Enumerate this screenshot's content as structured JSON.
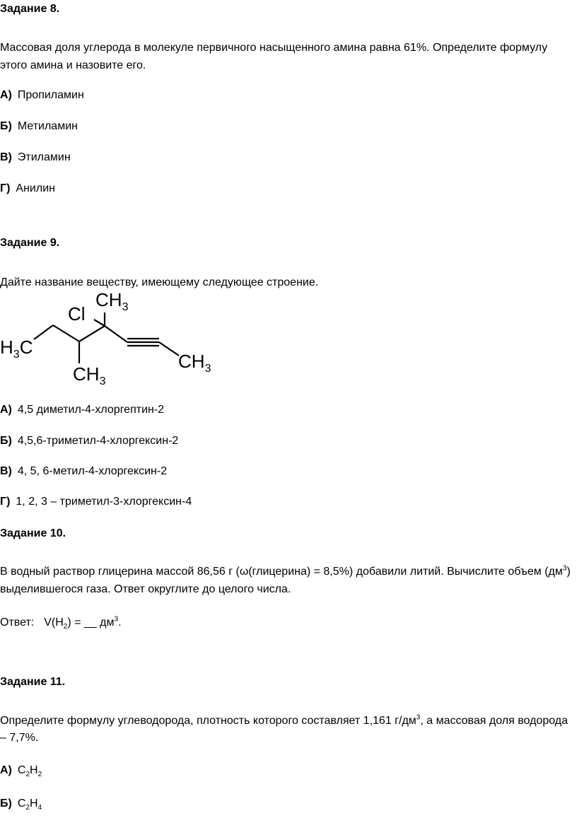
{
  "task8": {
    "heading": "Задание 8.",
    "question_line1": "Массовая доля углерода в молекуле первичного насыщенного амина равна 61%. Определите формулу",
    "question_line2": "этого амина и назовите его.",
    "options": [
      {
        "label": "А)",
        "text": "Пропиламин"
      },
      {
        "label": "Б)",
        "text": "Метиламин"
      },
      {
        "label": "В)",
        "text": "Этиламин"
      },
      {
        "label": "Г)",
        "text": "Анилин"
      }
    ]
  },
  "task9": {
    "heading": "Задание 9.",
    "question": "Дайте название веществу, имеющему следующее строение.",
    "structure": {
      "cl_label": "Cl",
      "ch_label": "CH",
      "h_label": "H",
      "c_label": "C",
      "sub3": "3"
    },
    "options": [
      {
        "label": "А)",
        "text": "4,5 диметил-4-хлоргептин-2"
      },
      {
        "label": "Б)",
        "text": "4,5,6-триметил-4-хлоргексин-2"
      },
      {
        "label": "В)",
        "text": "4, 5, 6-метил-4-хлоргексин-2"
      },
      {
        "label": "Г)",
        "text": "1, 2, 3 – триметил-3-хлоргексин-4"
      }
    ]
  },
  "task10": {
    "heading": "Задание 10.",
    "question_line1": "В водный раствор глицерина массой 86,56 г (ω(глицерина) = 8,5%) добавили литий. Вычислите объем (дм",
    "question_line1_sup": "3",
    "question_line1_end": ")",
    "question_line2": "выделившегося газа. Ответ округлите до целого числа.",
    "answer_label": "Ответ:",
    "answer_v": "V(H",
    "answer_sub": "2",
    "answer_mid": ") = __ дм",
    "answer_sup": "3",
    "answer_end": "."
  },
  "task11": {
    "heading": "Задание 11.",
    "question_line1a": "Определите формулу углеводорода, плотность которого составляет 1,161 г/дм",
    "question_line1_sup": "3",
    "question_line1b": ", а массовая доля водорода",
    "question_line2": "– 7,7%.",
    "options": [
      {
        "label": "А)",
        "c": "C",
        "c_sub": "2",
        "h": "H",
        "h_sub": "2"
      },
      {
        "label": "Б)",
        "c": "C",
        "c_sub": "2",
        "h": "H",
        "h_sub": "4"
      }
    ]
  }
}
